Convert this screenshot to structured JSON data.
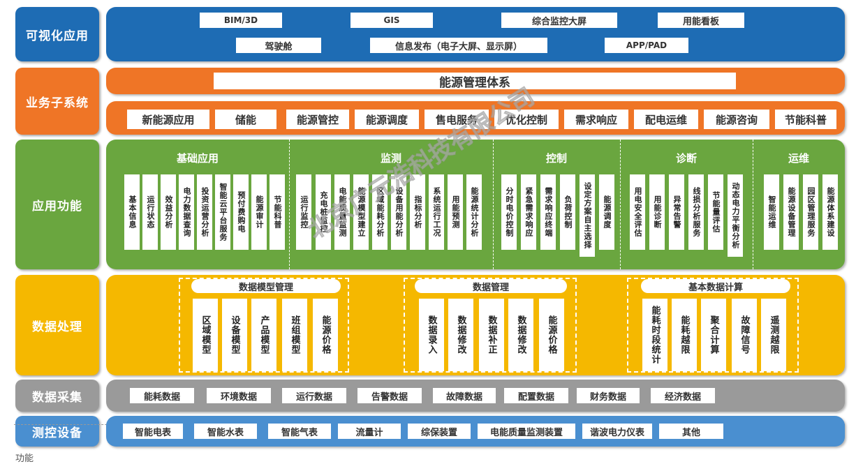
{
  "colors": {
    "blue": "#1e6cb4",
    "blue_light": "#4a8fd0",
    "orange": "#ef7526",
    "green": "#6aa63f",
    "gold": "#f5b800",
    "gray": "#9a9a9a"
  },
  "layers": {
    "visual": "可视化应用",
    "business": "业务子系统",
    "function": "应用功能",
    "processing": "数据处理",
    "collection": "数据采集",
    "devices": "测控设备"
  },
  "visual_items": [
    "BIM/3D",
    "GIS",
    "综合监控大屏",
    "用能看板",
    "驾驶舱",
    "信息发布（电子大屏、显示屏）",
    "APP/PAD"
  ],
  "business": {
    "system_title": "能源管理体系",
    "items": [
      "新能源应用",
      "储能",
      "能源管控",
      "能源调度",
      "售电服务",
      "优化控制",
      "需求响应",
      "配电运维",
      "能源咨询",
      "节能科普"
    ]
  },
  "functions": {
    "segments": [
      {
        "title": "基础应用",
        "items": [
          "基本信息",
          "运行状态",
          "效益分析",
          "电力数据查询",
          "投资运营分析",
          "智能云平台服务",
          "预付费购电",
          "能源审计",
          "节能科普"
        ]
      },
      {
        "title": "监测",
        "items": [
          "运行监控",
          "充电桩监控",
          "电能质量监测",
          "能源模型建立",
          "区域能耗分析",
          "设备用能分析",
          "指标分析",
          "系统运行工况",
          "用能预测",
          "能源统计分析"
        ]
      },
      {
        "title": "控制",
        "items": [
          "分时电价控制",
          "紧急需求响应",
          "需求响应终端",
          "负荷控制",
          "设定方案自主选择",
          "能源调度"
        ]
      },
      {
        "title": "诊断",
        "items": [
          "用电安全评估",
          "用能诊断",
          "异常告警",
          "线损分析服务",
          "节能量评估",
          "动态电力平衡分析"
        ]
      },
      {
        "title": "运维",
        "items": [
          "智能运维",
          "能源设备管理",
          "园区管理服务",
          "能源体系建设"
        ]
      }
    ]
  },
  "processing": {
    "groups": [
      {
        "title": "数据模型管理",
        "items": [
          "区域模型",
          "设备模型",
          "产品模型",
          "班组模型",
          "能源价格"
        ]
      },
      {
        "title": "数据管理",
        "items": [
          "数据录入",
          "数据修改",
          "数据补正",
          "数据修改",
          "能源价格"
        ]
      },
      {
        "title": "基本数据计算",
        "items": [
          "能耗时段统计",
          "能耗越限",
          "聚合计算",
          "故障信号",
          "遥测越限"
        ]
      }
    ]
  },
  "collection_items": [
    "能耗数据",
    "环境数据",
    "运行数据",
    "告警数据",
    "故障数据",
    "配置数据",
    "财务数据",
    "经济数据"
  ],
  "device_items": [
    "智能电表",
    "智能水表",
    "智能气表",
    "流量计",
    "综保装置",
    "电能质量监测装置",
    "谐波电力仪表",
    "其他"
  ],
  "watermark": "北京广元浩科技有限公司",
  "bottom_text": "功能"
}
